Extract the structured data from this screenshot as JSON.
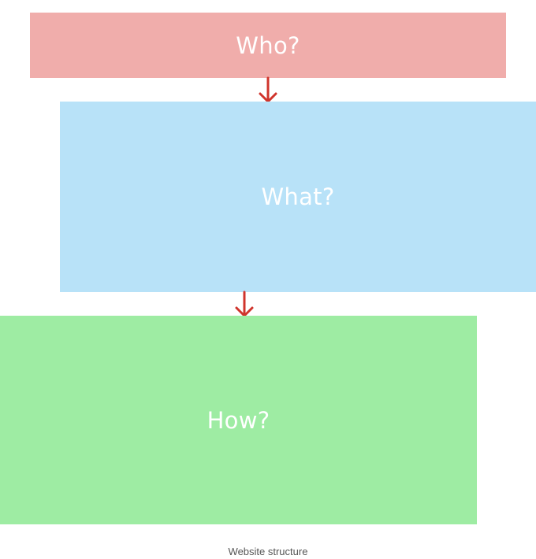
{
  "diagram": {
    "nodes": [
      {
        "id": "who",
        "label": "Who?",
        "color": "#f0adab"
      },
      {
        "id": "what",
        "label": "What?",
        "color": "#b8e2f8"
      },
      {
        "id": "how",
        "label": "How?",
        "color": "#9eeca3"
      }
    ],
    "edges": [
      {
        "from": "who",
        "to": "what"
      },
      {
        "from": "what",
        "to": "how"
      }
    ],
    "arrow_color": "#d0342c"
  },
  "caption": "Website structure"
}
